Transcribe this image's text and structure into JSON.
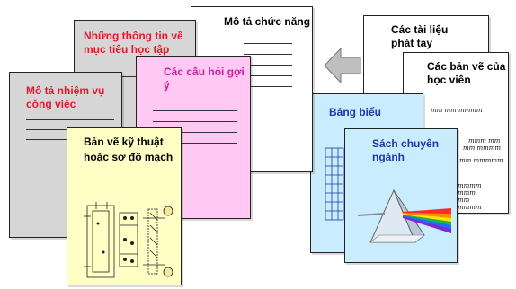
{
  "left_group": {
    "task_description": "Mô tả chức năng",
    "learning_goals": "Những thông tin về mục tiêu học tập",
    "job_description": "Mô tả nhiệm vụ công việc",
    "guiding_questions": "Các câu hỏi gợi ý",
    "technical_drawing": "Bản vẽ kỹ thuật hoặc sơ đồ mạch"
  },
  "right_group": {
    "handouts": "Các tài liệu phát tay",
    "learner_drawings": "Các bản vẽ của học viên",
    "tables": "Bảng biểu",
    "textbook": "Sách chuyên ngành"
  },
  "handwriting": [
    "mm mm mmmm",
    "mmm mm",
    "mm mmmm",
    "mm mmmmm",
    "mmmm",
    "mmm",
    "mm",
    "mmmm"
  ],
  "colors": {
    "red_title": "#e8182c",
    "pink_page": "#ffc9f3",
    "gray_page": "#d6d6d6",
    "yellow_page": "#ffffc6",
    "blue_page": "#c9ecff",
    "blue_title": "#1c3aa8",
    "arrow": "#bfbfbf"
  },
  "icons": [
    "left-arrow-icon",
    "circuit-diagram-icon",
    "prism-spectrum-icon"
  ]
}
